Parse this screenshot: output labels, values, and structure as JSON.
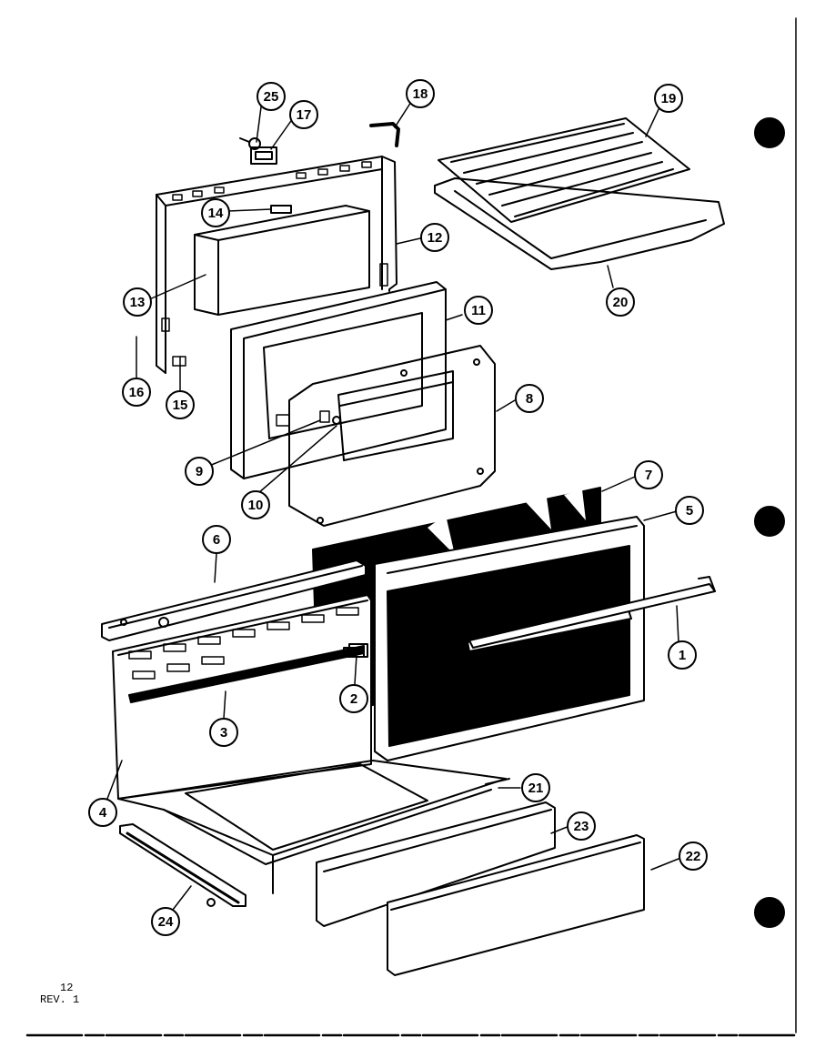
{
  "callouts": [
    "25",
    "17",
    "18",
    "19",
    "14",
    "12",
    "13",
    "11",
    "16",
    "15",
    "8",
    "9",
    "10",
    "7",
    "5",
    "6",
    "1",
    "2",
    "3",
    "4",
    "21",
    "23",
    "22",
    "24",
    "20"
  ],
  "footer": {
    "page": "12",
    "revision": "REV. 1"
  },
  "colors": {
    "ink": "#000000",
    "paper": "#ffffff"
  }
}
